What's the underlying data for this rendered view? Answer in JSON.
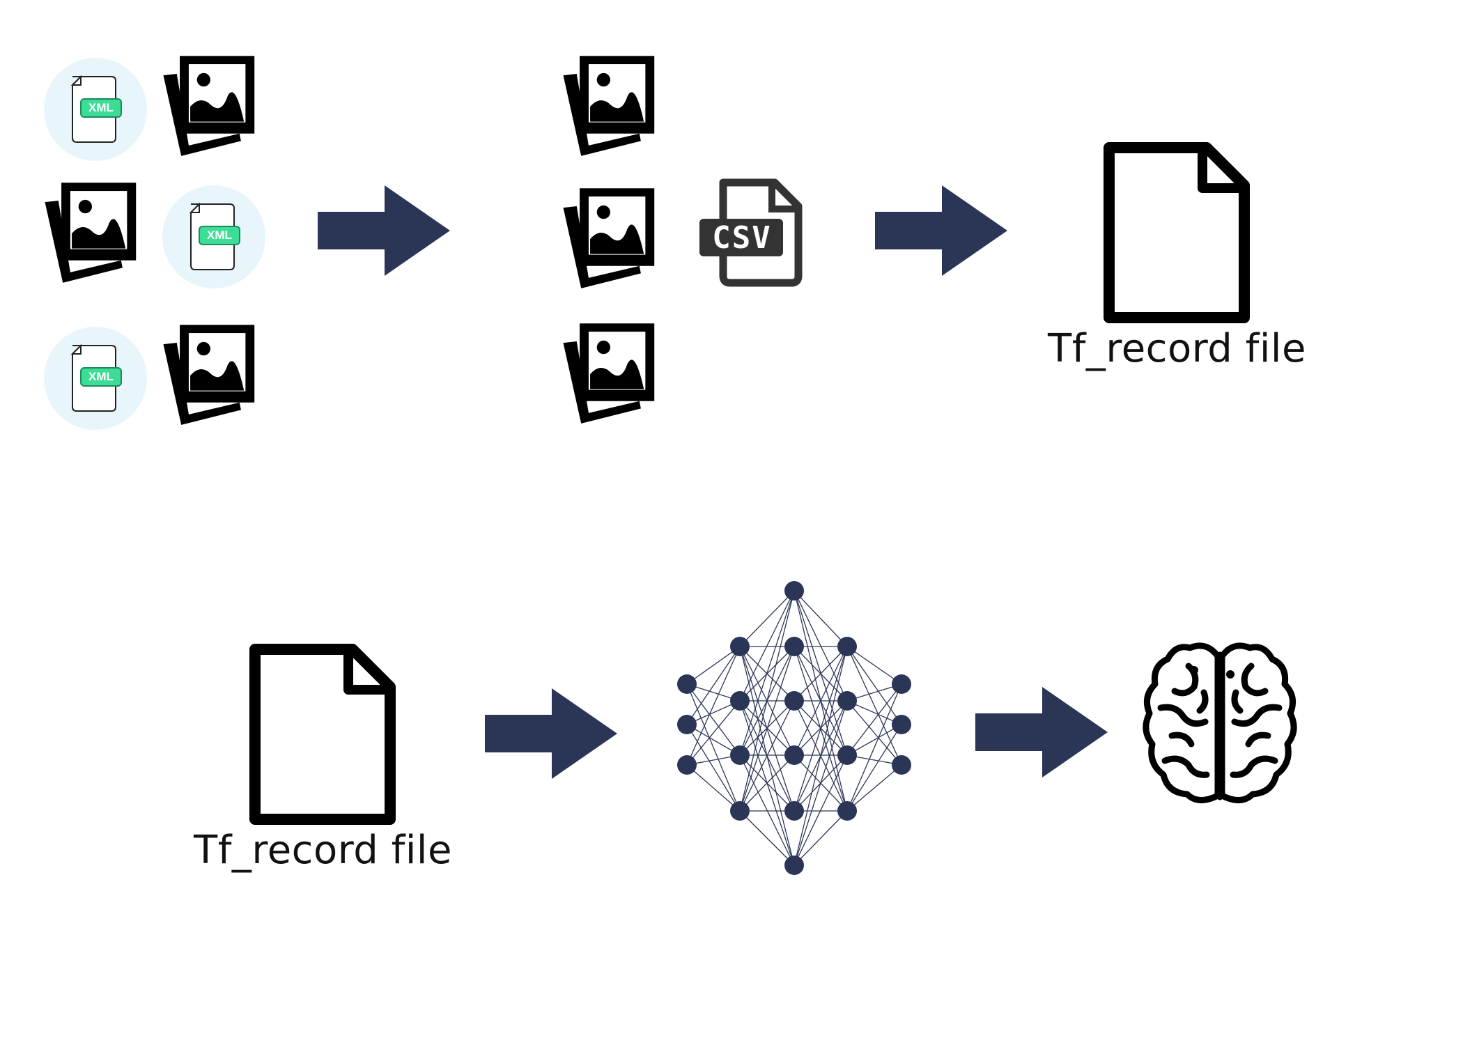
{
  "colors": {
    "arrow": "#2b3556",
    "network": "#2b3556",
    "xml_badge": "#3ddc97",
    "xml_circle": "#e8f6fb",
    "icon": "#000000",
    "csv": "#333333"
  },
  "top_row": {
    "inputs": [
      {
        "icon": "xml-file-icon",
        "badge": "XML"
      },
      {
        "icon": "image-stack-icon"
      },
      {
        "icon": "image-stack-icon"
      },
      {
        "icon": "xml-file-icon",
        "badge": "XML"
      },
      {
        "icon": "xml-file-icon",
        "badge": "XML"
      },
      {
        "icon": "image-stack-icon"
      }
    ],
    "csv_badge": "CSV",
    "output_label": "Tf_record file"
  },
  "bottom_row": {
    "input_label": "Tf_record file",
    "model_icon": "neural-network-icon",
    "result_icon": "brain-icon"
  }
}
